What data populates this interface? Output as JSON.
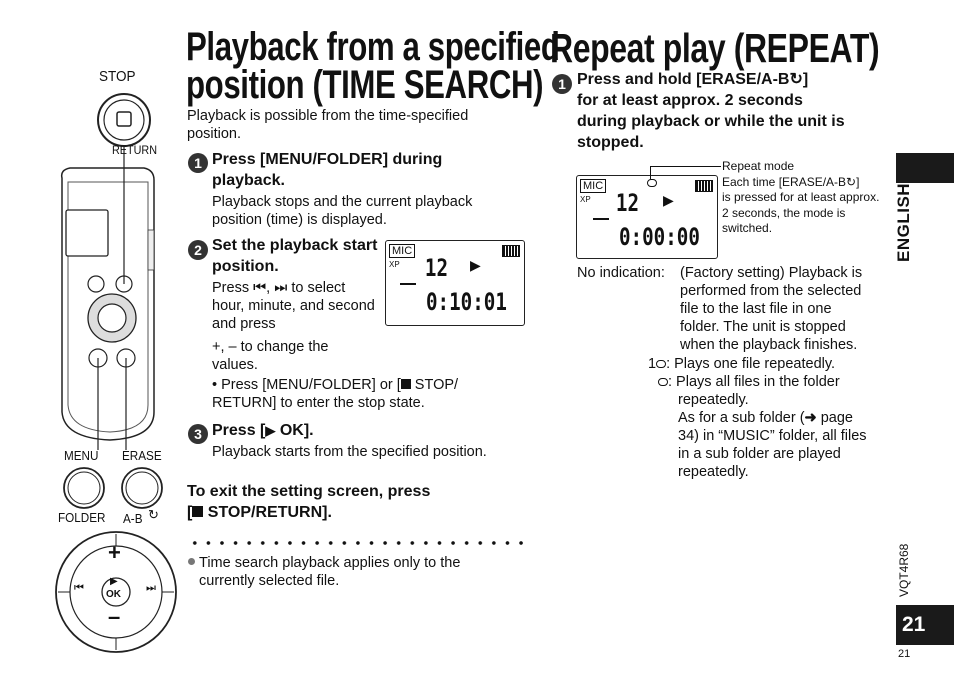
{
  "left": {
    "title_line1": "Playback from a specified",
    "title_line2": "position (TIME SEARCH)",
    "intro": "Playback is possible from the time-specified position.",
    "steps": [
      {
        "num": "1",
        "heading": "Press [MENU/FOLDER] during playback.",
        "text": "Playback stops and the current playback position (time) is displayed."
      },
      {
        "num": "2",
        "heading": "Set the playback start position.",
        "text1": "Press",
        "text2": ",",
        "text3": "to select hour, minute, and second and press",
        "text4": "+, – to change the values.",
        "bullet": "Press [MENU/FOLDER] or [",
        "bullet_b": " STOP/ RETURN] to enter the stop state."
      },
      {
        "num": "3",
        "heading_a": "Press [",
        "heading_b": " OK].",
        "text": "Playback starts from the specified position."
      }
    ],
    "exit_line1": "To exit the setting screen, press",
    "exit_line2": "[",
    "exit_line2b": " STOP/RETURN].",
    "note": "Time search playback applies only to the currently selected file.",
    "lcd": {
      "mic": "MIC",
      "xp": "XP",
      "file": "12",
      "time": "0:10:01"
    }
  },
  "device": {
    "stop": "STOP",
    "return": "RETURN",
    "menu": "MENU",
    "folder": "FOLDER",
    "erase": "ERASE",
    "ab": "A-B",
    "plus": "+",
    "minus": "–",
    "ok": "OK"
  },
  "right": {
    "title": "Repeat play (REPEAT)",
    "step_num": "1",
    "step_line1": "Press and hold [ERASE/A-B",
    "step_line1b": "]",
    "step_line2": "for at least approx. 2 seconds",
    "step_line3": "during playback or while the unit is",
    "step_line4": "stopped.",
    "callout_title": "Repeat mode",
    "callout_l1": "Each time [ERASE/A-B",
    "callout_l1b": "]",
    "callout_l2": "is pressed for at least approx.",
    "callout_l3": "2 seconds, the mode is",
    "callout_l4": "switched.",
    "lcd": {
      "mic": "MIC",
      "xp": "XP",
      "file": "12",
      "time": "0:00:00"
    },
    "noind_label": "No indication:",
    "noind_text": [
      "(Factory setting) Playback is",
      "performed from the selected",
      "file to the last file in one",
      "folder. The unit is stopped",
      "when the playback finishes."
    ],
    "one_label": "1",
    "one_text": ": Plays one file repeatedly.",
    "all_text": ": Plays all files in the folder",
    "all_text2": "repeatedly.",
    "sub_l1a": "As for a sub folder (",
    "sub_l1b": " page",
    "sub_l2": "34) in “MUSIC” folder, all files",
    "sub_l3": "in a sub folder are played",
    "sub_l4": "repeatedly."
  },
  "sidebar": {
    "language": "ENGLISH",
    "model": "VQT4R68",
    "page_box": "21",
    "page_number": "21"
  }
}
